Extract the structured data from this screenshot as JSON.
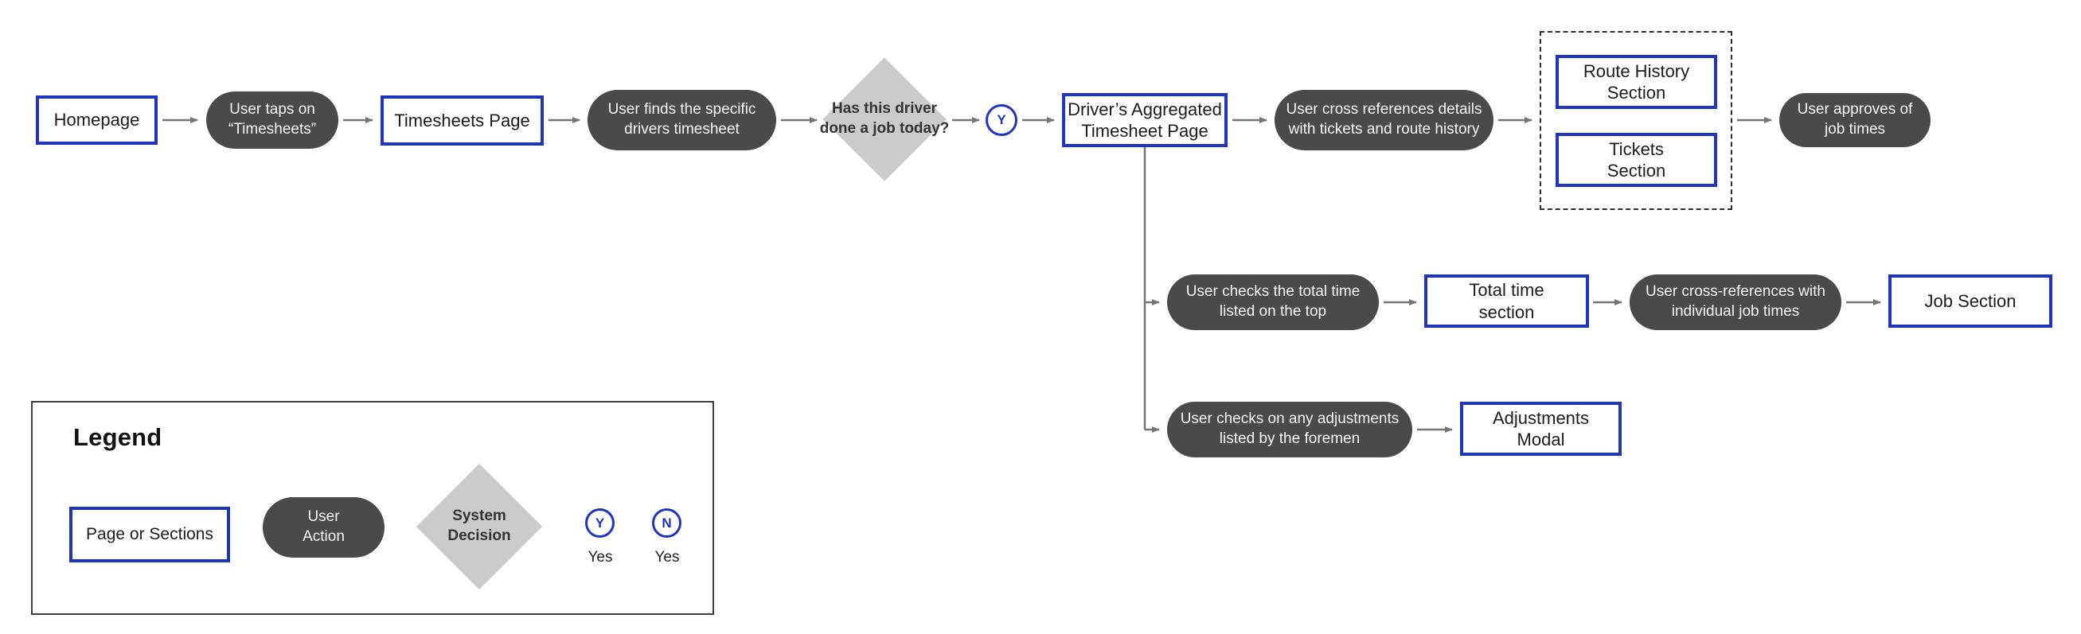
{
  "flow": {
    "row1": {
      "homepage": "Homepage",
      "user_taps": "User taps on\n“Timesheets”",
      "timesheets_page": "Timesheets Page",
      "user_finds": "User finds the specific\ndrivers timesheet",
      "decision": "Has this driver\ndone a job today?",
      "decision_yes": "Y",
      "drivers_aggregated": "Driver’s Aggregated\nTimesheet Page",
      "user_cross_references": "User cross references details\nwith tickets and route history",
      "route_history": "Route History\nSection",
      "tickets": "Tickets\nSection",
      "user_approves": "User approves of\njob times"
    },
    "row2": {
      "user_checks_total": "User checks the total time\nlisted on the top",
      "total_time": "Total time\nsection",
      "user_cross_references_individual": "User cross-references with\nindividual job times",
      "job_section": "Job Section"
    },
    "row3": {
      "user_checks_adjustments": "User checks on any adjustments\nlisted by the foremen",
      "adjustments_modal": "Adjustments\nModal"
    }
  },
  "legend": {
    "title": "Legend",
    "page_or_sections": "Page or Sections",
    "user_action": "User\nAction",
    "system_decision": "System\nDecision",
    "yes_symbol": "Y",
    "no_symbol": "N",
    "yes_label": "Yes",
    "no_label": "Yes"
  },
  "colors": {
    "accent_blue": "#1E35C1",
    "action_pill": "#4A4A48",
    "decision_diamond": "#CBCBCB",
    "connector_gray": "#757575",
    "background": "#FFFFFF"
  }
}
